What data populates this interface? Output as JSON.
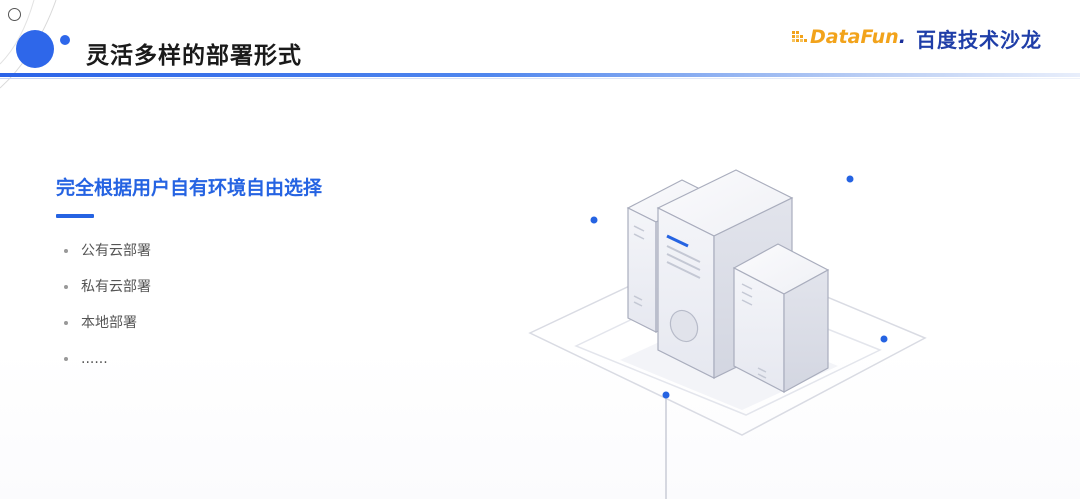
{
  "header": {
    "title": "灵活多样的部署形式"
  },
  "logos": {
    "datafun": "DataFun",
    "datafun_dot": ".",
    "baidu": "百度技术沙龙"
  },
  "content": {
    "subtitle": "完全根据用户自有环境自由选择",
    "bullets": [
      "公有云部署",
      "私有云部署",
      "本地部署",
      "......"
    ]
  },
  "colors": {
    "accent_blue": "#2563e2",
    "datafun_orange": "#f2a31b",
    "baidu_blue": "#1f3ea8"
  },
  "illustration": {
    "icon": "server-cluster-icon"
  }
}
